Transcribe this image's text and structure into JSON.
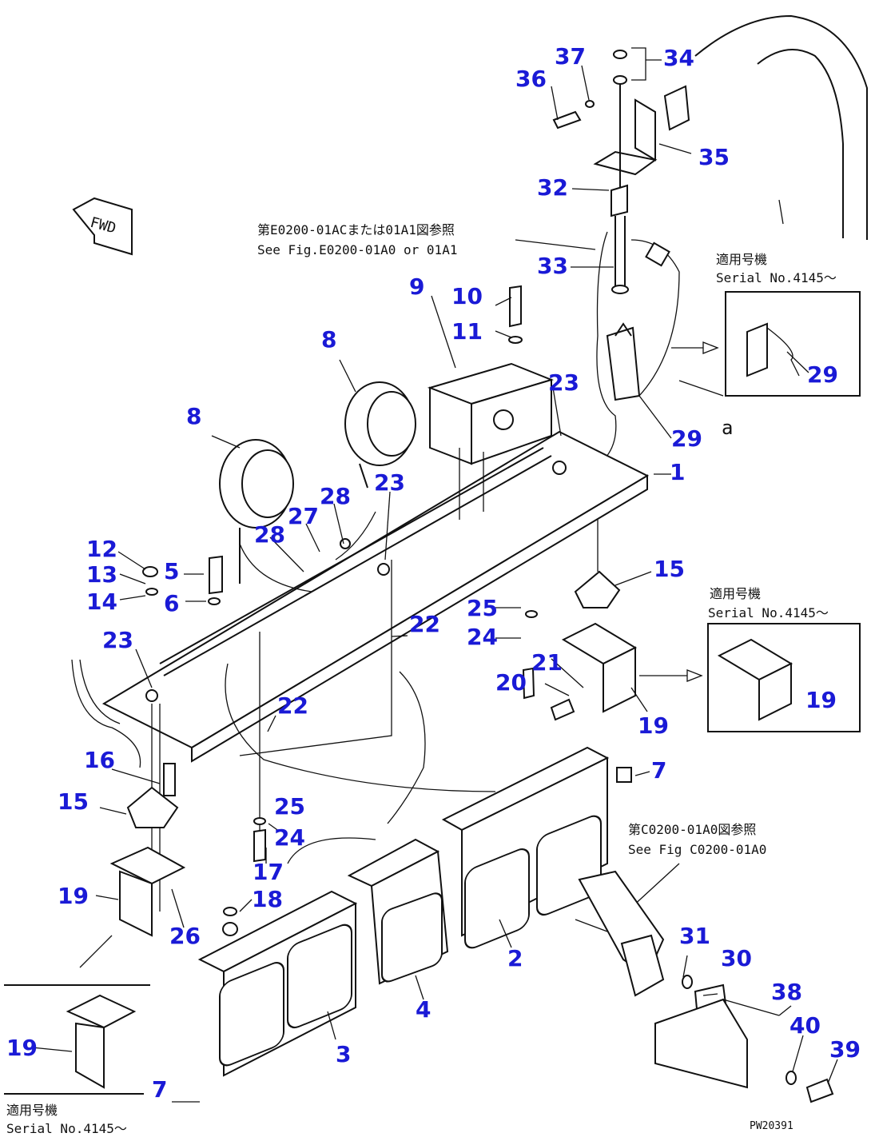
{
  "fwd_label": "FWD",
  "ref_note_top": {
    "line1": "第E0200-01ACまたは01A1図参照",
    "line2": "See Fig.E0200-01A0 or 01A1"
  },
  "ref_note_bottom": {
    "line1": "第C0200-01A0図参照",
    "line2": "See Fig C0200-01A0"
  },
  "serial_boxes": [
    {
      "line1": "適用号機",
      "line2": "Serial No.4145～"
    },
    {
      "line1": "適用号機",
      "line2": "Serial No.4145～"
    },
    {
      "line1": "適用号機",
      "line2": "Serial No.4145～"
    }
  ],
  "detail_letter": "a",
  "drawing_code": "PW20391",
  "part_numbers": [
    "1",
    "2",
    "3",
    "4",
    "5",
    "6",
    "7",
    "7",
    "8",
    "8",
    "9",
    "10",
    "11",
    "12",
    "13",
    "14",
    "15",
    "15",
    "16",
    "17",
    "18",
    "19",
    "19",
    "19",
    "19",
    "20",
    "21",
    "22",
    "22",
    "23",
    "23",
    "23",
    "23",
    "24",
    "24",
    "25",
    "25",
    "26",
    "27",
    "28",
    "28",
    "29",
    "29",
    "30",
    "31",
    "32",
    "33",
    "34",
    "35",
    "36",
    "37",
    "38",
    "39",
    "40"
  ]
}
